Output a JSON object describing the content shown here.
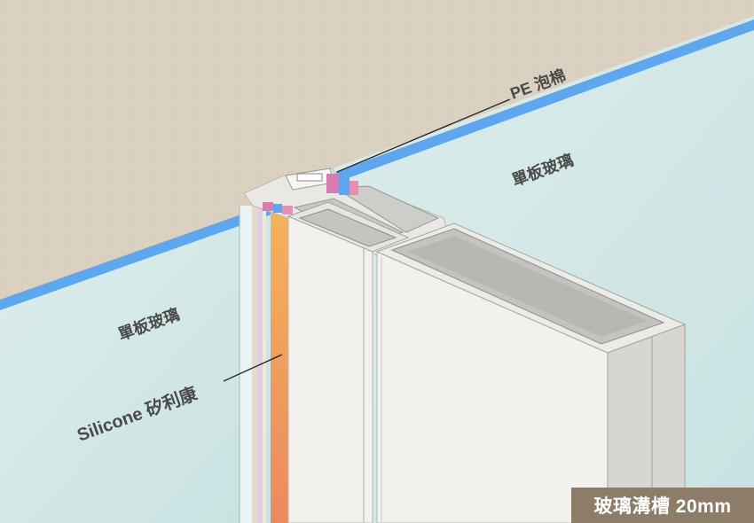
{
  "labels": {
    "pe_foam": "PE 泡棉",
    "glass_right": "單板玻璃",
    "glass_left": "單板玻璃",
    "silicone": "Silicone 矽利康"
  },
  "caption": "玻璃溝槽 20mm",
  "colors": {
    "wall": "#dbd1c1",
    "glass": "#d3e9e9",
    "glass_edge": "#5ea6ee",
    "profile": "#f2f1ee",
    "profile_dark": "#d8d6d3",
    "silicone": "#f0a25a",
    "pe_foam": "#d77bb0",
    "caption_bg": "#8c7c68"
  }
}
